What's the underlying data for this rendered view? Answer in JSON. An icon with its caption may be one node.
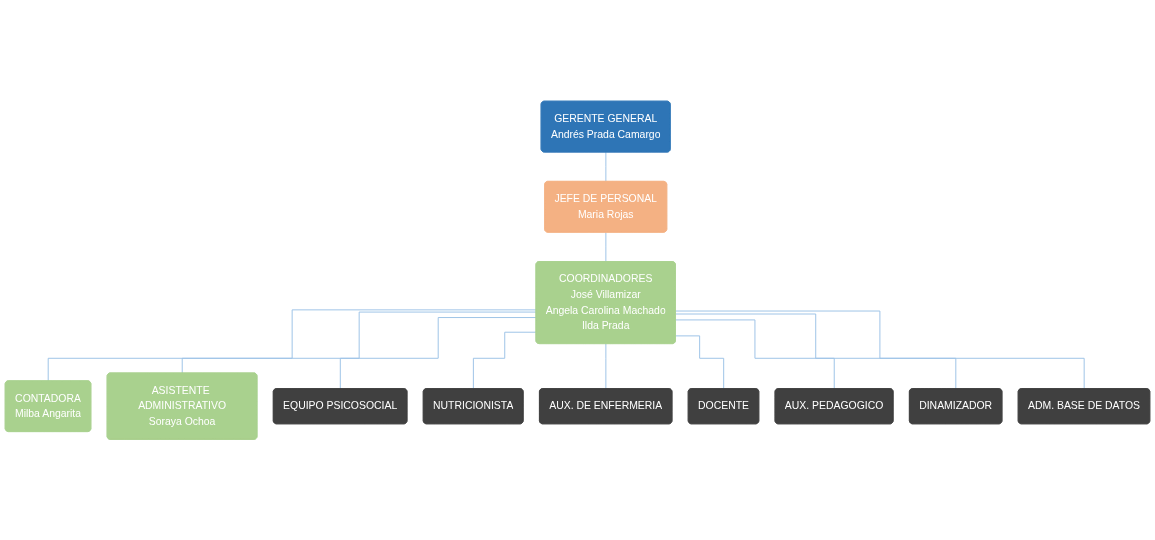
{
  "diagram": {
    "nodes": [
      {
        "text": [
          "GERENTE GENERAL",
          "Andrés Prada Camargo"
        ]
      },
      {
        "text": [
          "JEFE DE PERSONAL",
          "Maria Rojas"
        ]
      },
      {
        "text": [
          "CONTADORA",
          "Milba Angarita"
        ]
      },
      {
        "text": [
          "COORDINADORES",
          "José Villamizar",
          "Angela Carolina Machado",
          "Ilda Prada"
        ]
      },
      {
        "text": [
          "ASISTENTE ADMINISTRATIVO",
          "Soraya Ochoa"
        ]
      },
      {
        "text": [
          "EQUIPO PSICOSOCIAL"
        ]
      },
      {
        "text": [
          "NUTRICIONISTA"
        ]
      },
      {
        "text": [
          "AUX. DE ENFERMERIA"
        ]
      },
      {
        "text": [
          "DOCENTE"
        ]
      },
      {
        "text": [
          "AUX. PEDAGOGICO"
        ]
      },
      {
        "text": [
          "DINAMIZADOR"
        ]
      },
      {
        "text": [
          "ADM. BASE DE DATOS"
        ]
      }
    ],
    "edges": [
      {
        "from": 0,
        "to": 1,
        "arrow": "none"
      },
      {
        "from": 1,
        "to": 3,
        "arrow": "none"
      },
      {
        "from": 3,
        "to": 2,
        "arrow": "none"
      },
      {
        "from": 3,
        "to": 4,
        "arrow": "none"
      },
      {
        "from": 3,
        "to": 5,
        "arrow": "none"
      },
      {
        "from": 3,
        "to": 6,
        "arrow": "none"
      },
      {
        "from": 3,
        "to": 7,
        "arrow": "none"
      },
      {
        "from": 3,
        "to": 8,
        "arrow": "none"
      },
      {
        "from": 3,
        "to": 9,
        "arrow": "none"
      },
      {
        "from": 3,
        "to": 10,
        "arrow": "none"
      },
      {
        "from": 3,
        "to": 11,
        "arrow": "none"
      }
    ]
  }
}
